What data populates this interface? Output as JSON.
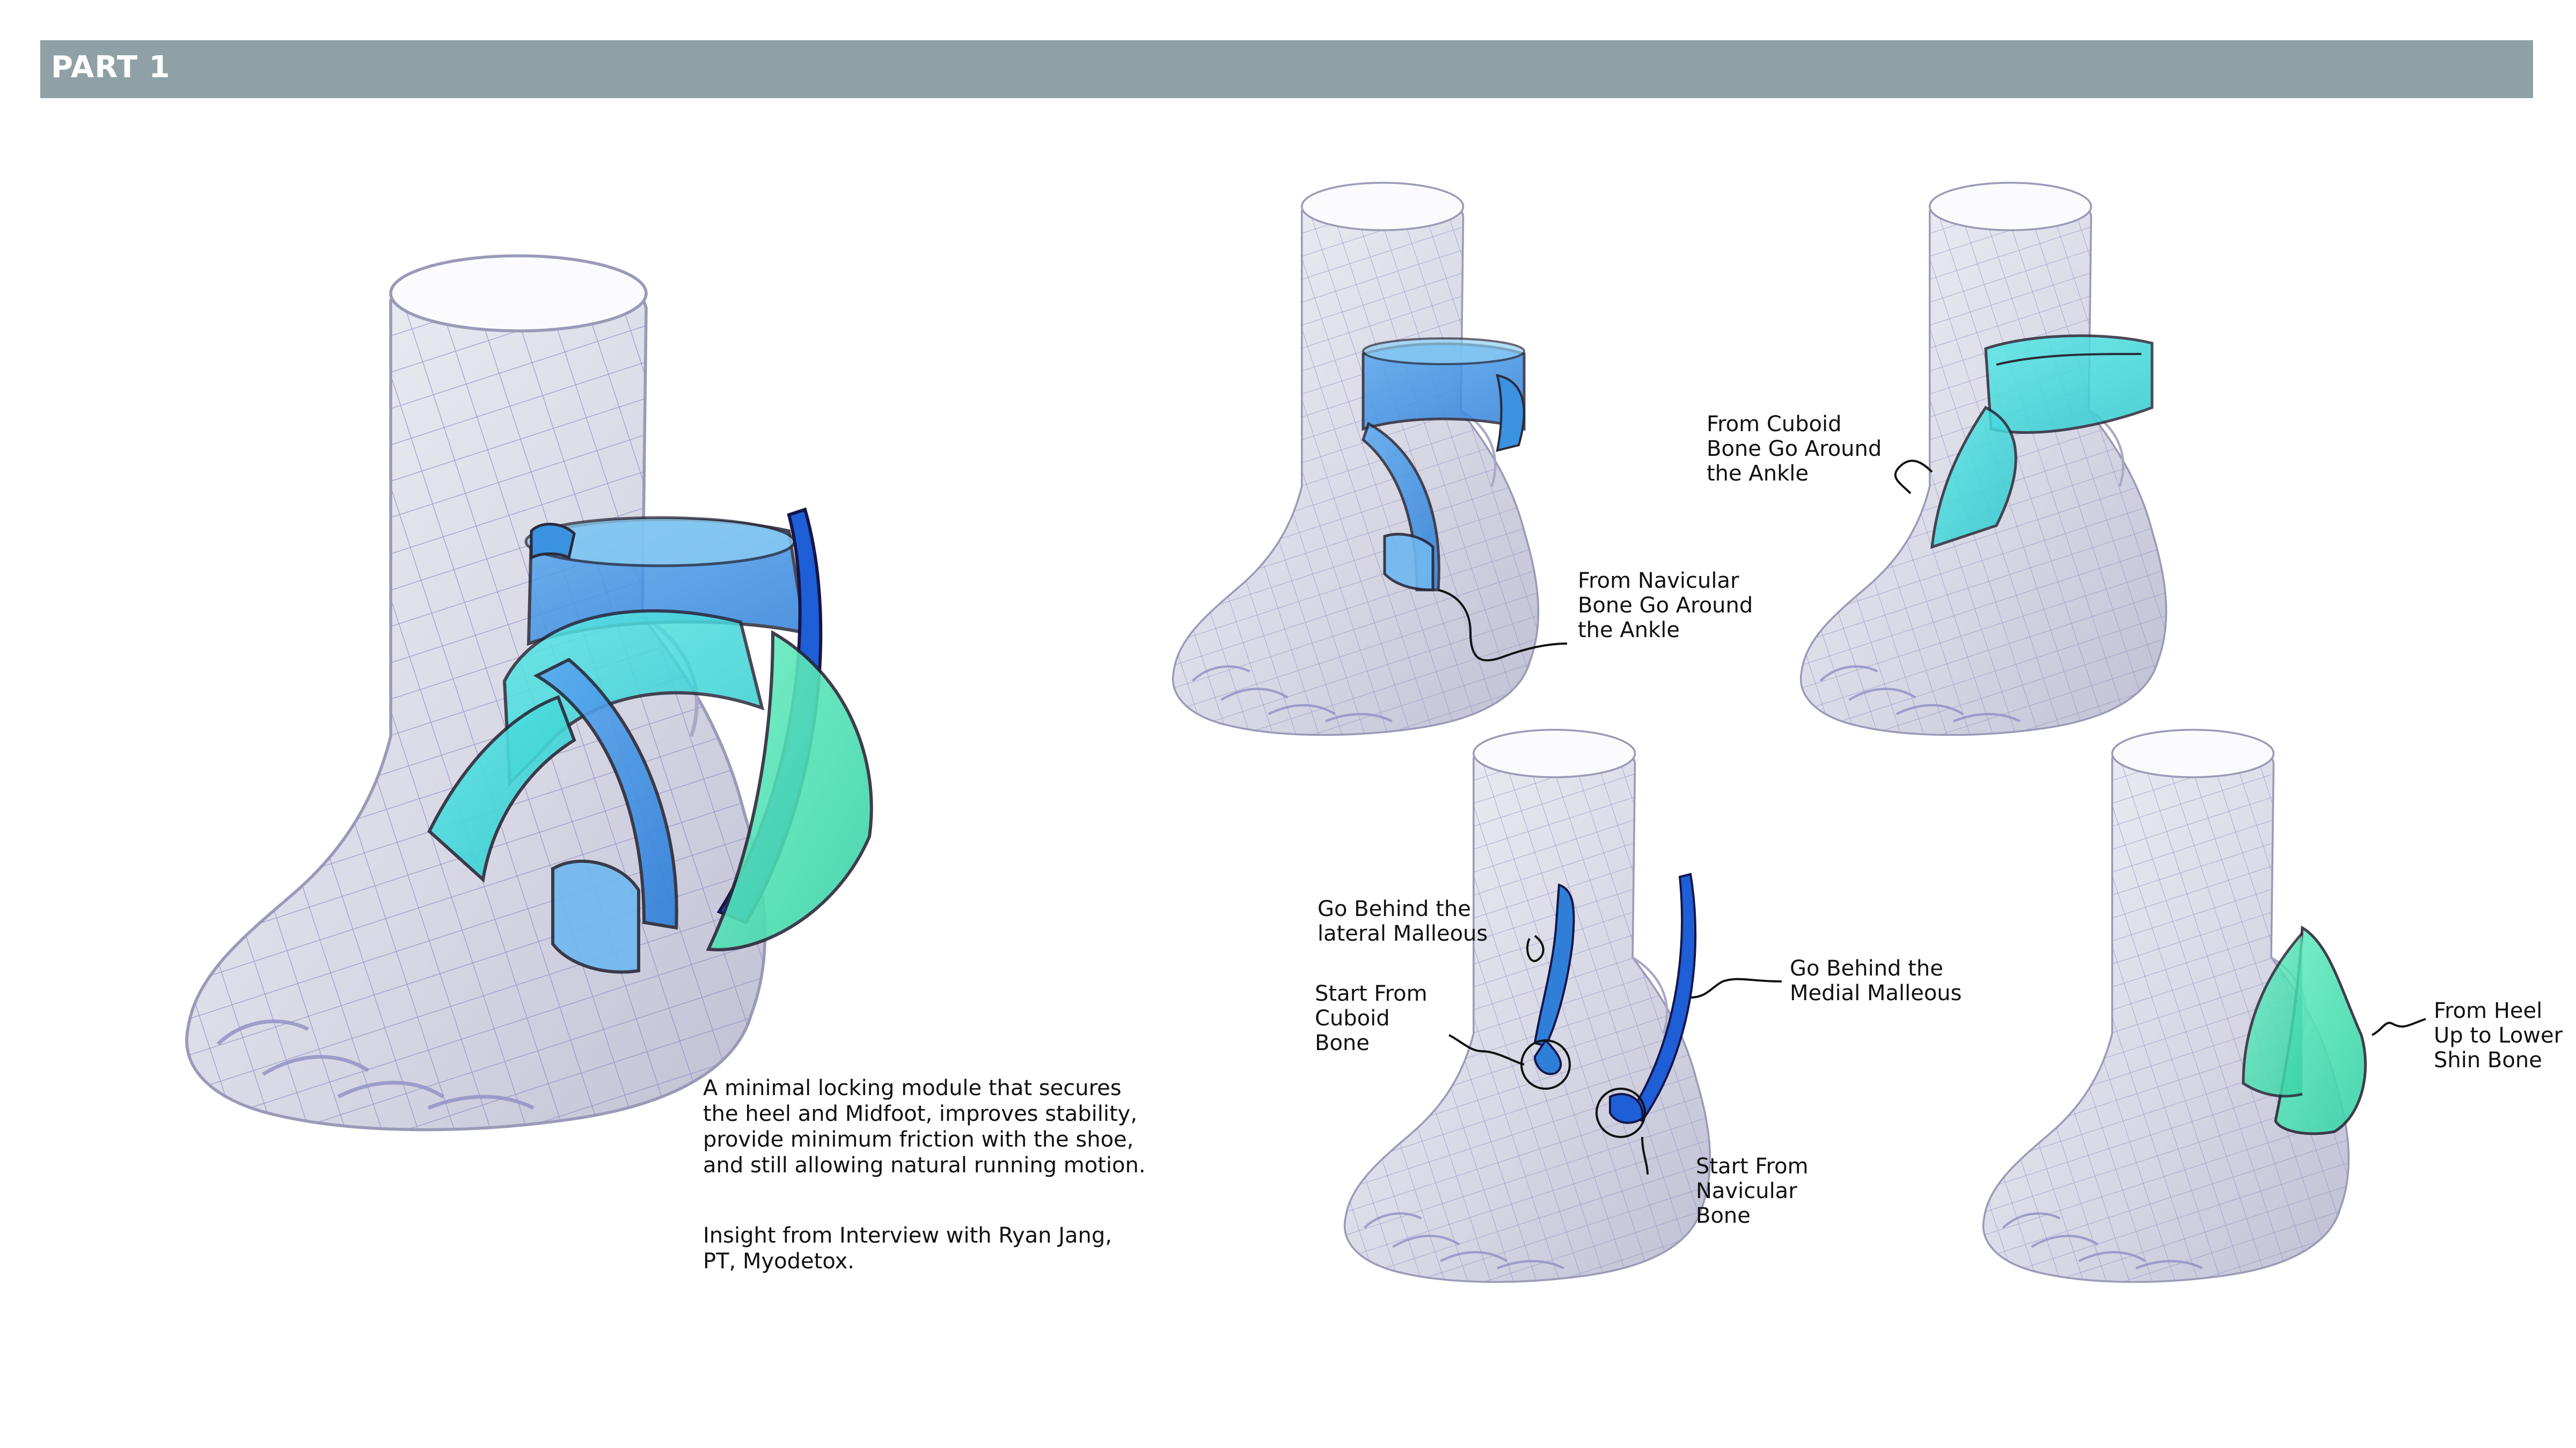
{
  "banner": {
    "title": "PART 1"
  },
  "description": {
    "line1": "A minimal locking module that secures",
    "line2": "the heel and Midfoot, improves stability,",
    "line3": "provide minimum friction with the shoe,",
    "line4": "and still allowing natural running motion.",
    "insight1": "Insight from Interview with Ryan Jang,",
    "insight2": "PT, Myodetox."
  },
  "annotations": {
    "navicular_ankle": "From Navicular\nBone Go Around\nthe Ankle",
    "cuboid_ankle": "From Cuboid\nBone Go Around\nthe Ankle",
    "lateral_malleous": "Go Behind the\nlateral Malleous",
    "start_cuboid": "Start From\nCuboid\nBone",
    "medial_malleous": "Go Behind the\nMedial Malleous",
    "start_navicular": "Start From\nNavicular\nBone",
    "heel_shin": "From Heel\nUp to Lower\nShin Bone"
  },
  "colors": {
    "banner": "#8fa1a6",
    "foot": "#dcdce8",
    "mesh": "#8f8fc4",
    "strap_blue": "#3a92e0",
    "strap_deep": "#1e5ed6",
    "strap_cyan": "#3ad6d6",
    "strap_mint": "#4de0b0"
  }
}
